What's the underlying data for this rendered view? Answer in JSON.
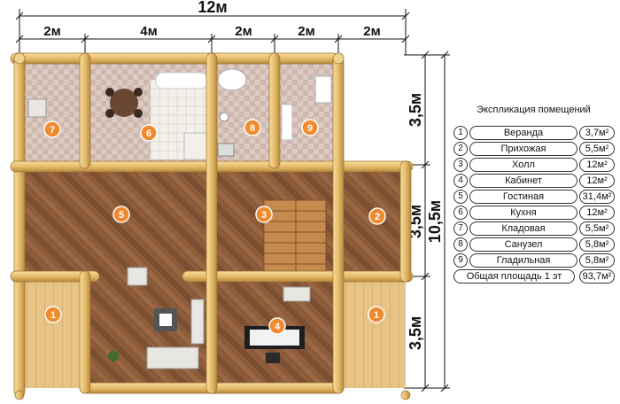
{
  "dimensions": {
    "top_total": "12м",
    "top_segments": [
      "2м",
      "4м",
      "2м",
      "2м",
      "2м"
    ],
    "right_segments": [
      "3,5м",
      "3,5м",
      "3,5м"
    ],
    "right_total": "10,5м"
  },
  "room_numbers": [
    "1",
    "2",
    "3",
    "4",
    "5",
    "6",
    "7",
    "8",
    "9",
    "1"
  ],
  "legend": {
    "title": "Экспликация помещений",
    "rows": [
      {
        "num": "1",
        "name": "Веранда",
        "area": "3,7м²"
      },
      {
        "num": "2",
        "name": "Прихожая",
        "area": "5,5м²"
      },
      {
        "num": "3",
        "name": "Холл",
        "area": "12м²"
      },
      {
        "num": "4",
        "name": "Кабинет",
        "area": "12м²"
      },
      {
        "num": "5",
        "name": "Гостиная",
        "area": "31,4м²"
      },
      {
        "num": "6",
        "name": "Кухня",
        "area": "12м²"
      },
      {
        "num": "7",
        "name": "Кладовая",
        "area": "5,5м²"
      },
      {
        "num": "8",
        "name": "Санузел",
        "area": "5,8м²"
      },
      {
        "num": "9",
        "name": "Гладильная",
        "area": "5,8м²"
      }
    ],
    "total_label": "Общая площадь 1 эт",
    "total_area": "93,7м²"
  },
  "colors": {
    "log_wall": "#e9c47a",
    "log_wall_dark": "#b98a3c",
    "wood_floor": "#8a5a3a",
    "tile_floor": "#d9c8c0",
    "badge": "#ef8a2e"
  }
}
